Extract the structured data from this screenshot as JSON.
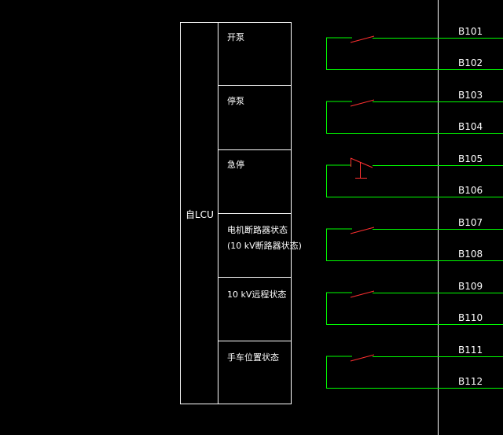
{
  "colors": {
    "background": "#000000",
    "frame": "#ffffff",
    "text": "#ffffff",
    "wire": "#00ff00",
    "contact": "#ff3030"
  },
  "panel": {
    "label": "自LCU",
    "cells": [
      {
        "line1": "开泵",
        "line2": ""
      },
      {
        "line1": "停泵",
        "line2": ""
      },
      {
        "line1": "急停",
        "line2": ""
      },
      {
        "line1": "电机断路器状态",
        "line2": "(10 kV断路器状态)"
      },
      {
        "line1": "10 kV远程状态",
        "line2": ""
      },
      {
        "line1": "手车位置状态",
        "line2": ""
      }
    ]
  },
  "contacts": [
    {
      "type": "normally-open",
      "top": "B101",
      "bottom": "B102"
    },
    {
      "type": "normally-open",
      "top": "B103",
      "bottom": "B104"
    },
    {
      "type": "emergency-stop",
      "top": "B105",
      "bottom": "B106"
    },
    {
      "type": "normally-open",
      "top": "B107",
      "bottom": "B108"
    },
    {
      "type": "normally-open",
      "top": "B109",
      "bottom": "B110"
    },
    {
      "type": "normally-open",
      "top": "B111",
      "bottom": "B112"
    }
  ]
}
